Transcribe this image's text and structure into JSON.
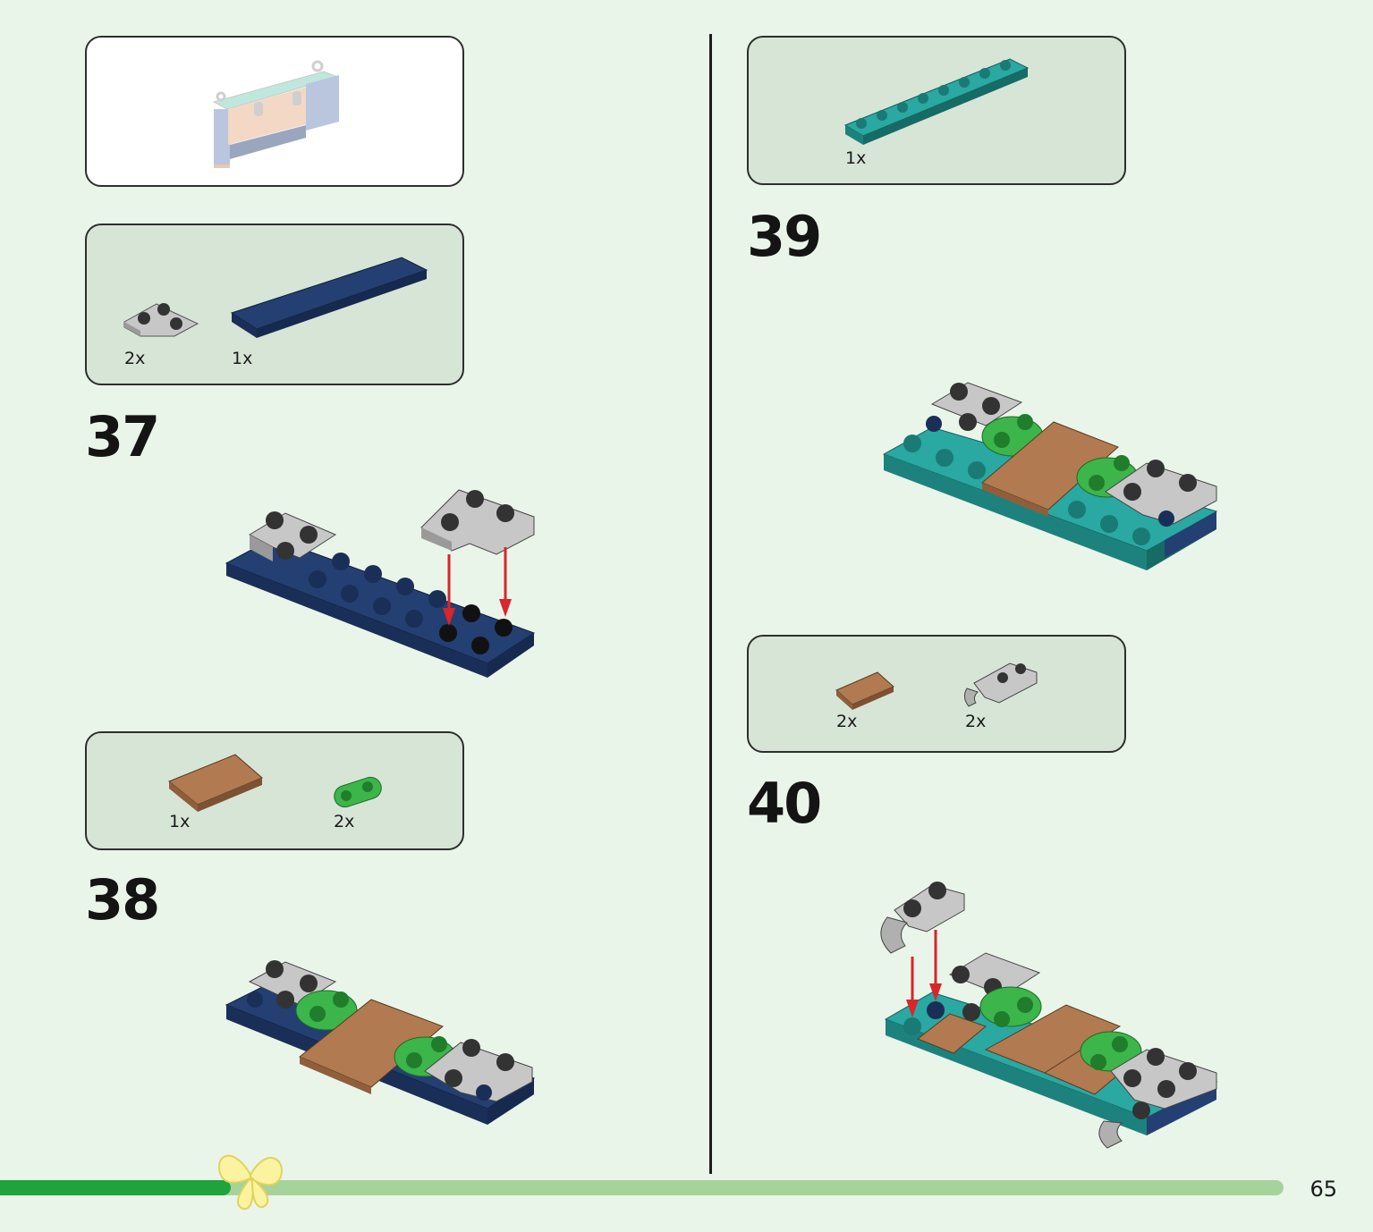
{
  "page": {
    "number": "65",
    "progress_fraction": 0.18
  },
  "steps": [
    {
      "number": "37"
    },
    {
      "number": "38"
    },
    {
      "number": "39"
    },
    {
      "number": "40"
    }
  ],
  "parts_boxes": [
    {
      "id": "box-37",
      "items": [
        {
          "name": "gray-corner-plate-icon",
          "qty": "2x"
        },
        {
          "name": "dark-blue-2x8-plate-icon",
          "qty": "1x"
        }
      ]
    },
    {
      "id": "box-38",
      "items": [
        {
          "name": "brown-tile-icon",
          "qty": "1x"
        },
        {
          "name": "green-1x2-round-plate-icon",
          "qty": "2x"
        }
      ]
    },
    {
      "id": "box-39",
      "items": [
        {
          "name": "teal-1x8-plate-icon",
          "qty": "1x"
        }
      ]
    },
    {
      "id": "box-40",
      "items": [
        {
          "name": "brown-tile-icon",
          "qty": "2x"
        },
        {
          "name": "gray-clip-plate-icon",
          "qty": "2x"
        }
      ]
    }
  ],
  "colors": {
    "background": "#eaf5ea",
    "box_fill": "#d7e5d7",
    "dark_blue": "#1f3a6b",
    "gray": "#b9b9b9",
    "teal": "#2aa8a2",
    "green": "#3cb54a",
    "brown": "#b27a50",
    "arrow_red": "#d9252b",
    "progress_done": "#1ea43a",
    "progress_track": "#a5d39a"
  }
}
